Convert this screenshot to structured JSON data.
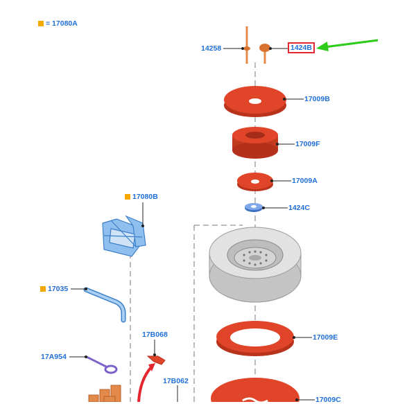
{
  "legend": {
    "marker_color": "#f5a800",
    "text": "= 17080A"
  },
  "parts": {
    "p14258": "14258",
    "p1424B": "1424B",
    "p17009B": "17009B",
    "p17009F": "17009F",
    "p17009A": "17009A",
    "p1424C": "1424C",
    "p17080B": "17080B",
    "p17035": "17035",
    "p17B068": "17B068",
    "p17A954": "17A954",
    "p17B062": "17B062",
    "p17009E": "17009E",
    "p17009C": "17009C"
  },
  "highlighted_part": "1424B",
  "colors": {
    "label": "#1f6fd6",
    "highlight_box": "#e3262f",
    "arrow": "#2ecc1a",
    "part_red": "#e0452a",
    "part_blue": "#7fb3e6",
    "part_orange": "#e38a4a"
  }
}
